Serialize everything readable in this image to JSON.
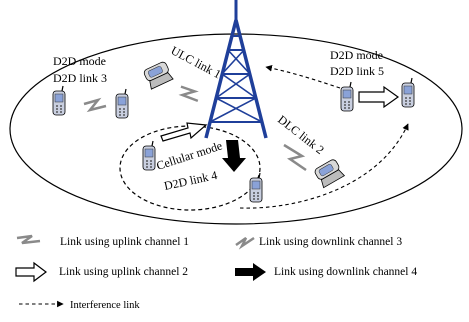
{
  "labels": {
    "d2d_mode_left": "D2D mode",
    "d2d_link_3": "D2D link 3",
    "ulc_link_1": "ULC link 1",
    "d2d_mode_right": "D2D mode",
    "d2d_link_5": "D2D link 5",
    "dlc_link_2": "DLC link 2",
    "cellular_mode": "Cellular mode",
    "d2d_link_4": "D2D link 4"
  },
  "legend": {
    "uplink_1": "Link using uplink channel 1",
    "downlink_3": "Link using downlink channel 3",
    "uplink_2": "Link using uplink channel 2",
    "downlink_4": "Link using downlink channel 4",
    "interference": "Interference link"
  }
}
